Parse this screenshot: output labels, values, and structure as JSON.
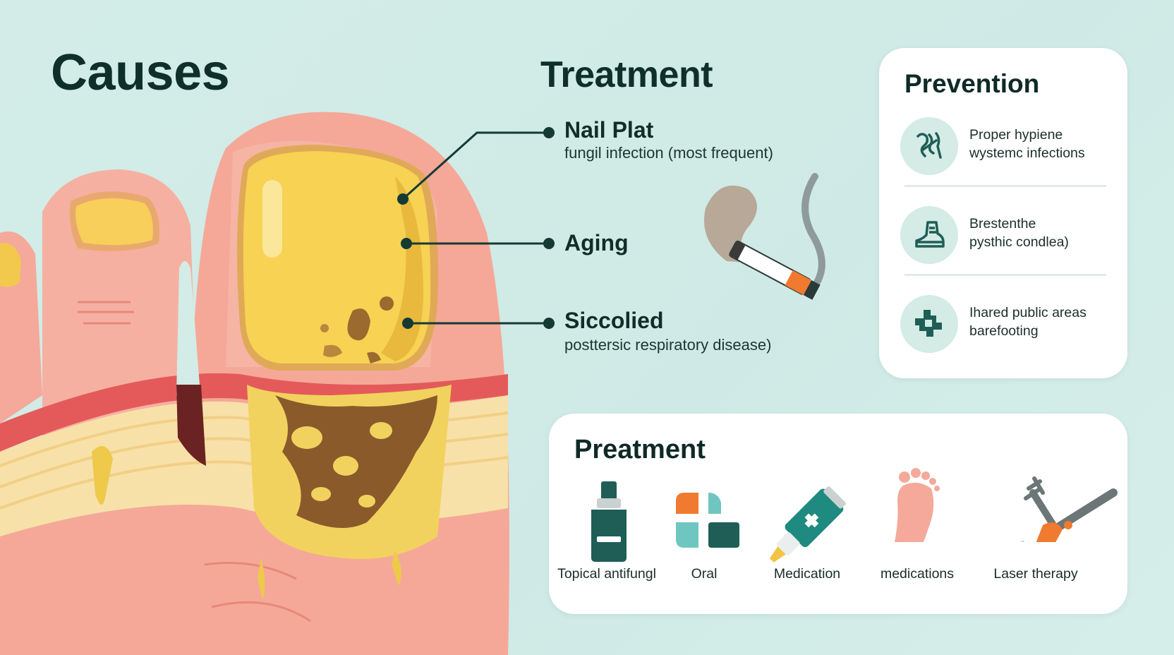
{
  "titles": {
    "causes": "Causes",
    "treatment": "Treatment"
  },
  "callouts": [
    {
      "head": "Nail Plat",
      "sub": "fungil infection (most frequent)"
    },
    {
      "head": "Aging",
      "sub": ""
    },
    {
      "head": "Siccolied",
      "sub": "posttersic respiratory disease)"
    }
  ],
  "prevention": {
    "title": "Prevention",
    "items": [
      {
        "icon": "hygiene-icon",
        "line1": "Proper hypiene",
        "line2": "wystemc infections"
      },
      {
        "icon": "shoe-icon",
        "line1": "Brestenthe",
        "line2": "pysthic condlea)"
      },
      {
        "icon": "puzzle-icon",
        "line1": "Ihared public areas",
        "line2": "barefooting"
      }
    ]
  },
  "treatment_panel": {
    "title": "Preatment",
    "items": [
      {
        "icon": "dropper-bottle-icon",
        "label": "Topical antifungl"
      },
      {
        "icon": "pills-icon",
        "label": "Oral"
      },
      {
        "icon": "ointment-tube-icon",
        "label": "Medication"
      },
      {
        "icon": "foot-icon",
        "label": "medications"
      },
      {
        "icon": "laser-device-icon",
        "label": "Laser therapy"
      }
    ]
  },
  "colors": {
    "background": "#d3ece7",
    "skin": "#f4a99a",
    "nail_yellow": "#f2c94c",
    "fungus_brown": "#8b5a2b",
    "teal": "#1f6e63",
    "orange": "#f07a30"
  }
}
